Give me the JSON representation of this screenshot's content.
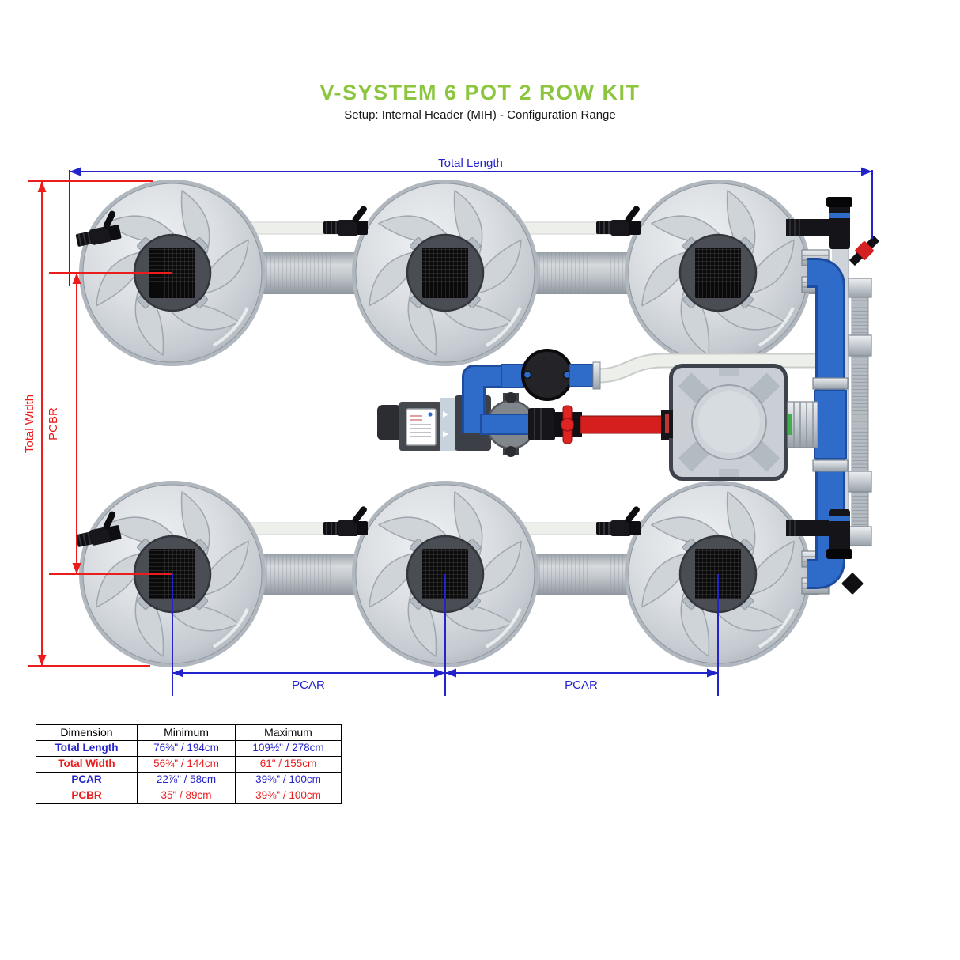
{
  "header": {
    "title": "V-SYSTEM 6 POT 2 ROW KIT",
    "subtitle": "Setup: Internal Header (MIH) - Configuration Range"
  },
  "diagram": {
    "labels": {
      "total_length": "Total Length",
      "total_width": "Total Width",
      "pcbr": "PCBR",
      "pcar_left": "PCAR",
      "pcar_right": "PCAR"
    }
  },
  "colors": {
    "accent_green": "#8cc63e",
    "dim_blue": "#2323cc",
    "dim_red": "#ec1c1c",
    "pipe_blue": "#2f6bc9",
    "pipe_blue_dark": "#1f4d9e",
    "pipe_red": "#d51f1f"
  },
  "table": {
    "headers": [
      "Dimension",
      "Minimum",
      "Maximum"
    ],
    "rows": [
      {
        "dimension": "Total Length",
        "minimum": "76⅜\" / 194cm",
        "maximum": "109½\" / 278cm",
        "color": "blue"
      },
      {
        "dimension": "Total Width",
        "minimum": "56¾\" / 144cm",
        "maximum": "61\" / 155cm",
        "color": "red"
      },
      {
        "dimension": "PCAR",
        "minimum": "22⅞\" / 58cm",
        "maximum": "39⅜\" / 100cm",
        "color": "blue"
      },
      {
        "dimension": "PCBR",
        "minimum": "35\" / 89cm",
        "maximum": "39⅜\" / 100cm",
        "color": "red"
      }
    ]
  }
}
